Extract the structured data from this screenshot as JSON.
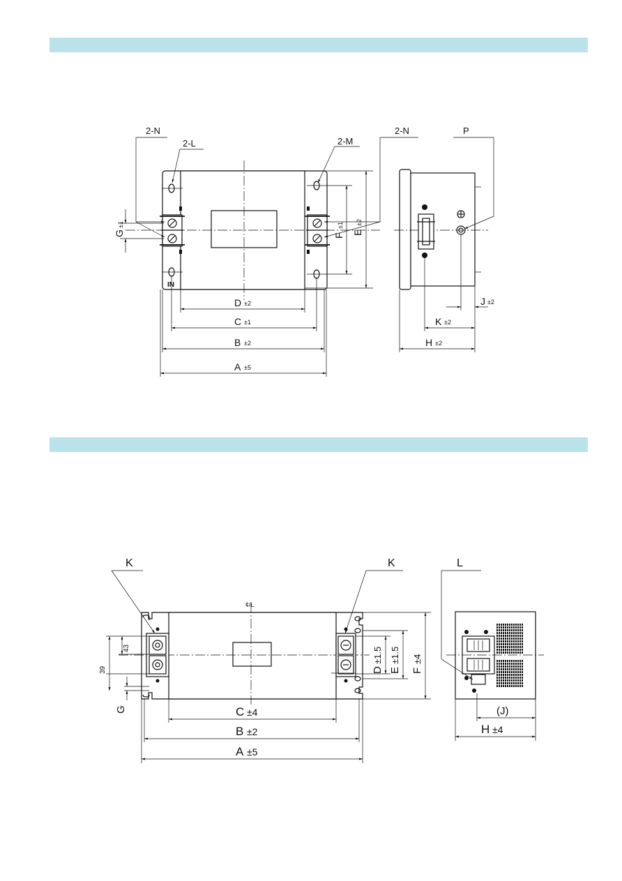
{
  "colors": {
    "band": "#b9e2ea",
    "ink": "#111111"
  },
  "diagram_1": {
    "front_view": {
      "callouts": {
        "terminal_n": "2-N",
        "hole_l": "2-L",
        "hole_m": "2-M"
      },
      "in_label": "IN",
      "dimensions": {
        "a": {
          "letter": "A",
          "tol": "±5"
        },
        "b": {
          "letter": "B",
          "tol": "±2"
        },
        "c": {
          "letter": "C",
          "tol": "±1"
        },
        "d": {
          "letter": "D",
          "tol": "±2"
        },
        "e": {
          "letter": "E",
          "tol": "±2"
        },
        "f": {
          "letter": "F",
          "tol": "±1"
        },
        "g": {
          "letter": "G",
          "tol": "±1"
        }
      }
    },
    "side_view": {
      "callouts": {
        "terminal_n": "2-N",
        "ground_p": "P"
      },
      "dimensions": {
        "h": {
          "letter": "H",
          "tol": "±2"
        },
        "k": {
          "letter": "K",
          "tol": "±2"
        },
        "j": {
          "letter": "J",
          "tol": "±2"
        }
      }
    }
  },
  "diagram_2": {
    "front_view": {
      "callouts": {
        "k_left": "K",
        "k_right": "K"
      },
      "centerline": "¢/L",
      "dimensions": {
        "a": {
          "letter": "A",
          "tol": "±5"
        },
        "b": {
          "letter": "B",
          "tol": "±2"
        },
        "c": {
          "letter": "C",
          "tol": "±4"
        },
        "d": {
          "letter": "D",
          "tol": "±1.5"
        },
        "e": {
          "letter": "E",
          "tol": "±1.5"
        },
        "f": {
          "letter": "F",
          "tol": "±4"
        },
        "g": {
          "letter": "G"
        },
        "pitch_43": "43",
        "pitch_39": "39"
      }
    },
    "side_view": {
      "callouts": {
        "l": "L"
      },
      "dimensions": {
        "j": {
          "letter": "(J)"
        },
        "h": {
          "letter": "H",
          "tol": "±4"
        }
      }
    }
  }
}
